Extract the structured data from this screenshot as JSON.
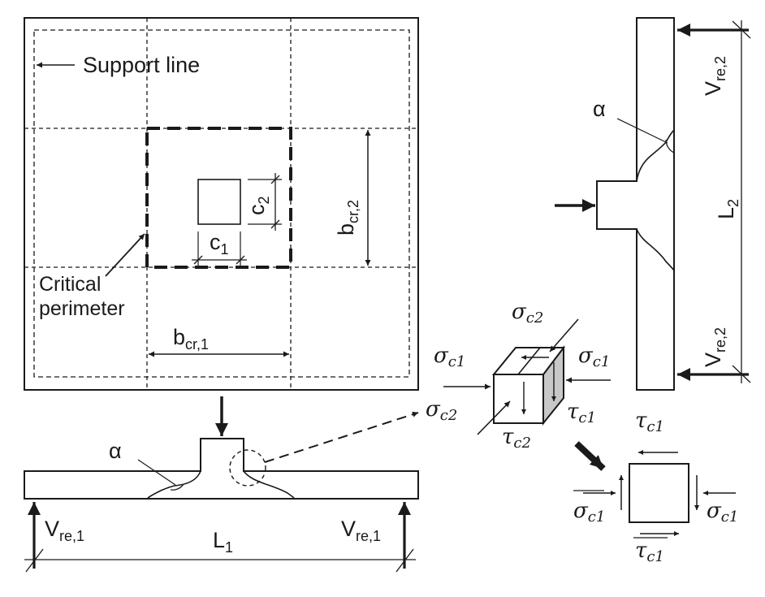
{
  "labels": {
    "support_line": "Support line",
    "critical_1": "Critical",
    "critical_2": "perimeter",
    "c1_main": "c",
    "c1_sub": "1",
    "c2_main": "c",
    "c2_sub": "2",
    "bcr1_main": "b",
    "bcr1_sub": "cr,1",
    "bcr2_main": "b",
    "bcr2_sub": "cr,2",
    "alpha": "α",
    "vre1_main": "V",
    "vre1_sub": "re,1",
    "vre2_main": "V",
    "vre2_sub": "re,2",
    "L1_main": "L",
    "L1_sub": "1",
    "L2_main": "L",
    "L2_sub": "2",
    "sigma_main": "σ",
    "sc1_sub": "c1",
    "sc2_sub": "c2",
    "tau_main": "τ",
    "tc1_sub": "c1",
    "tc2_sub": "c2"
  },
  "colors": {
    "ink": "#1a1a1a",
    "shade": "#c8c8c8"
  }
}
